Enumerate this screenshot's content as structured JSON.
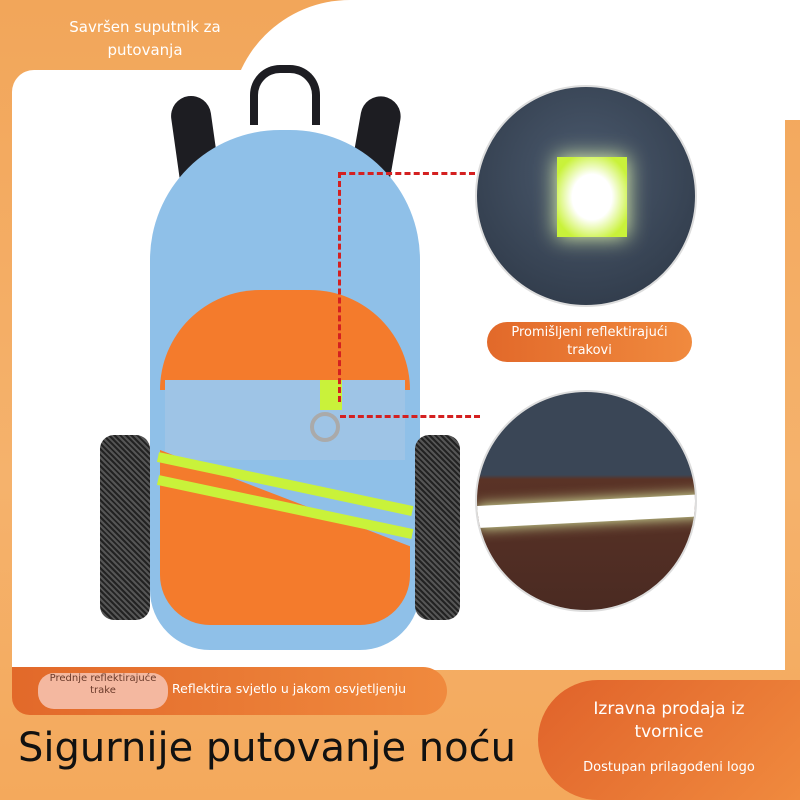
{
  "header": {
    "tagline": "Savršen suputnik za putovanja"
  },
  "callouts": {
    "reflective_strips": "Promišljeni reflektirajući trakovi",
    "front_label": "Prednje reflektirajuće trake",
    "front_desc": "Reflektira svjetlo u jakom osvjetljenju"
  },
  "footer": {
    "headline": "Sigurnije putovanje noću"
  },
  "cta": {
    "title": "Izravna prodaja iz tvornice",
    "subtitle": "Dostupan prilagođeni logo"
  },
  "colors": {
    "accent": "#f08a3e",
    "bag_blue": "#8fc0e8",
    "bag_orange": "#f47b2c",
    "reflective": "#c9f23a",
    "dashed_line": "#d42020"
  }
}
